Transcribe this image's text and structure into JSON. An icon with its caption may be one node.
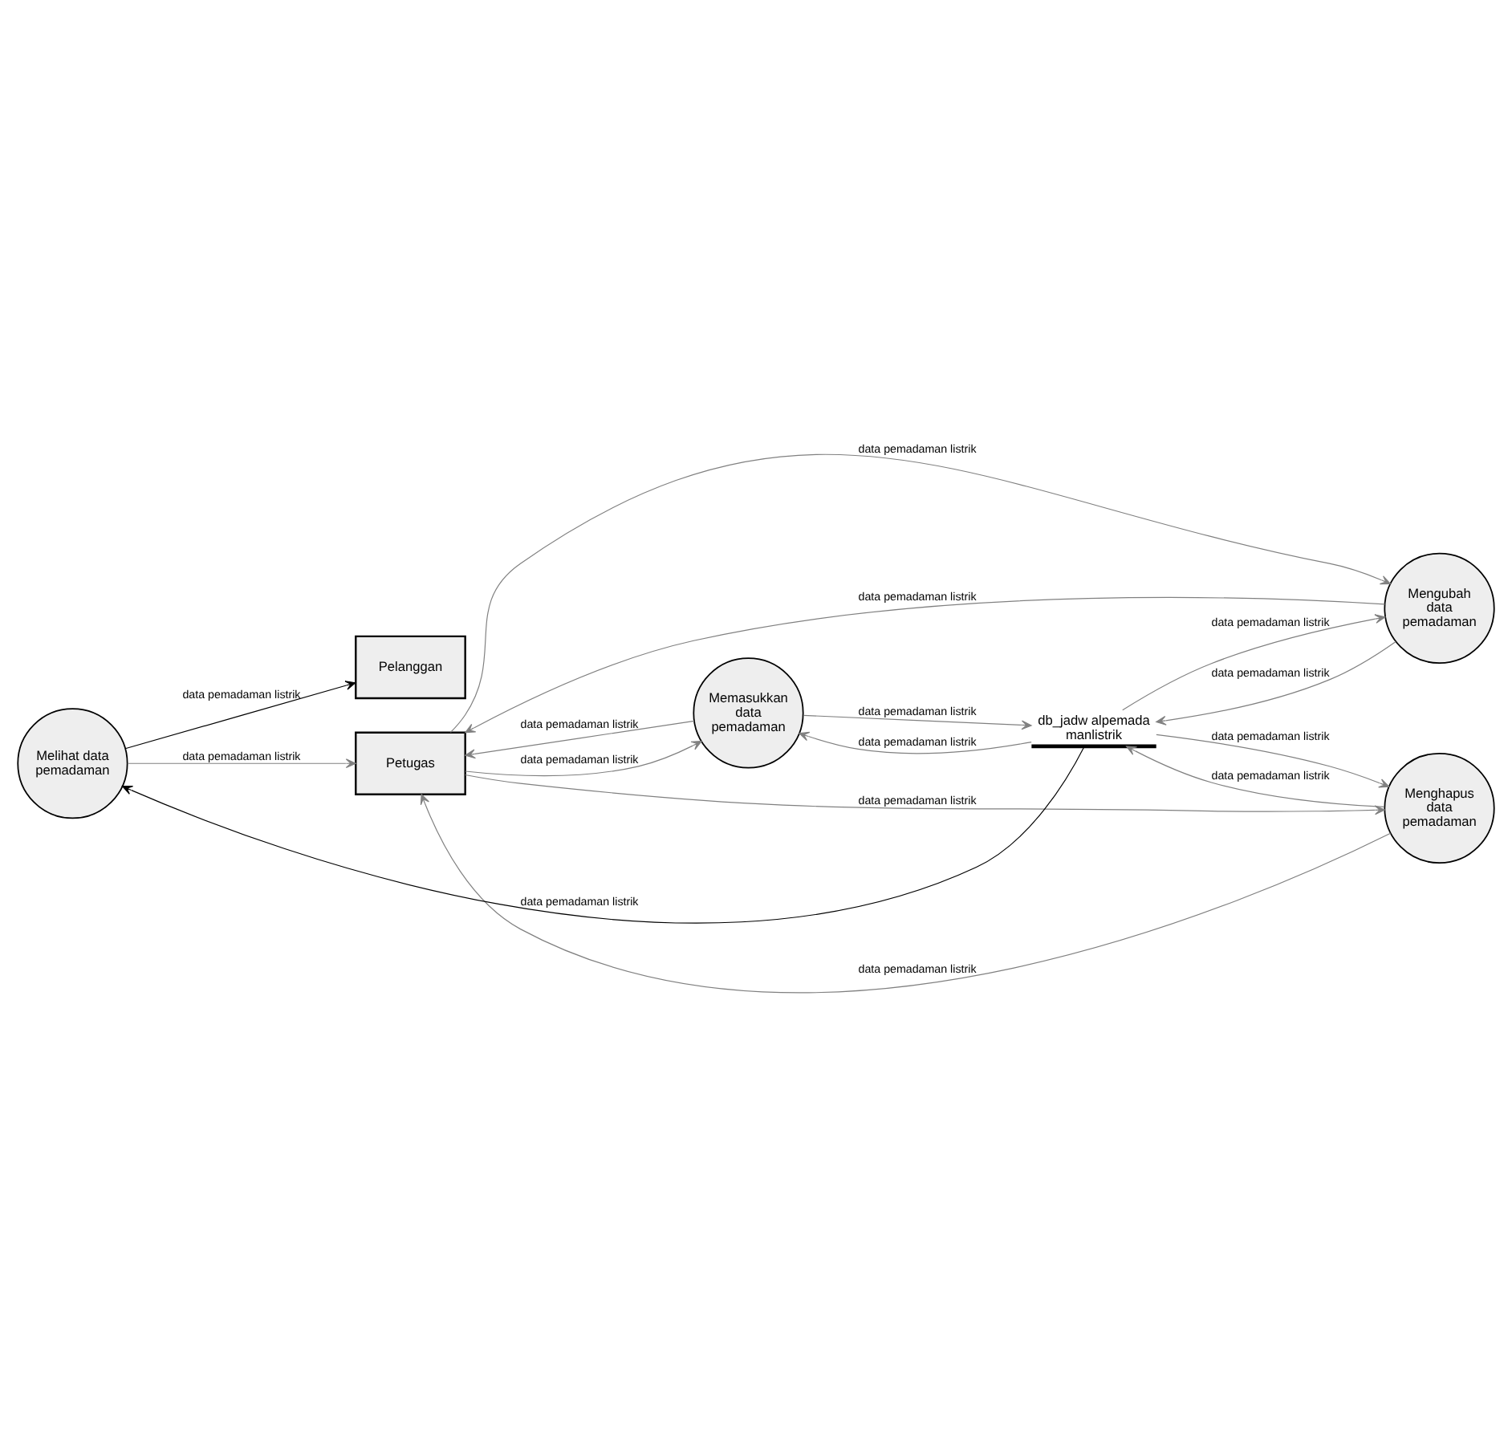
{
  "diagram": {
    "nodes": [
      {
        "text": [
          "Pelanggan"
        ]
      },
      {
        "text": [
          "Melihat data pemadaman"
        ]
      },
      {
        "text": [
          "Memasukkan data pemadaman"
        ]
      },
      {
        "text": [
          "Mengubah data pemadaman"
        ]
      },
      {
        "text": [
          "Menghapus data pemadaman"
        ]
      },
      {
        "text": [
          "Petugas"
        ]
      },
      {
        "text": [
          "db_jadw alpemada manlistrik"
        ]
      }
    ],
    "edges": [
      {
        "from": 1,
        "to": 0,
        "arrow": "to",
        "label": "data pemadaman listrik",
        "color": "#000000"
      },
      {
        "from": 6,
        "to": 1,
        "arrow": "to",
        "label": "data pemadaman listrik",
        "color": "#000000"
      },
      {
        "from": 1,
        "to": 5,
        "arrow": "to",
        "label": "data pemadaman listrik"
      },
      {
        "from": 6,
        "to": 2,
        "arrow": "to",
        "label": "data pemadaman listrik"
      },
      {
        "from": 5,
        "to": 2,
        "arrow": "to",
        "label": "data pemadaman listrik"
      },
      {
        "from": 2,
        "to": 5,
        "arrow": "to",
        "label": "data pemadaman listrik"
      },
      {
        "from": 2,
        "to": 6,
        "arrow": "to",
        "label": "data pemadaman listrik"
      },
      {
        "from": 5,
        "to": 3,
        "arrow": "to",
        "label": "data pemadaman listrik"
      },
      {
        "from": 3,
        "to": 5,
        "arrow": "to",
        "label": "data pemadaman listrik"
      },
      {
        "from": 3,
        "to": 6,
        "arrow": "to",
        "label": "data pemadaman listrik"
      },
      {
        "from": 6,
        "to": 3,
        "arrow": "to",
        "label": "data pemadaman listrik"
      },
      {
        "from": 6,
        "to": 4,
        "arrow": "to",
        "label": "data pemadaman listrik"
      },
      {
        "from": 5,
        "to": 4,
        "arrow": "to",
        "label": "data pemadaman listrik"
      },
      {
        "from": 4,
        "to": 5,
        "arrow": "to",
        "label": "data pemadaman listrik"
      },
      {
        "from": 4,
        "to": 6,
        "arrow": "to",
        "label": "data pemadaman listrik"
      }
    ]
  }
}
